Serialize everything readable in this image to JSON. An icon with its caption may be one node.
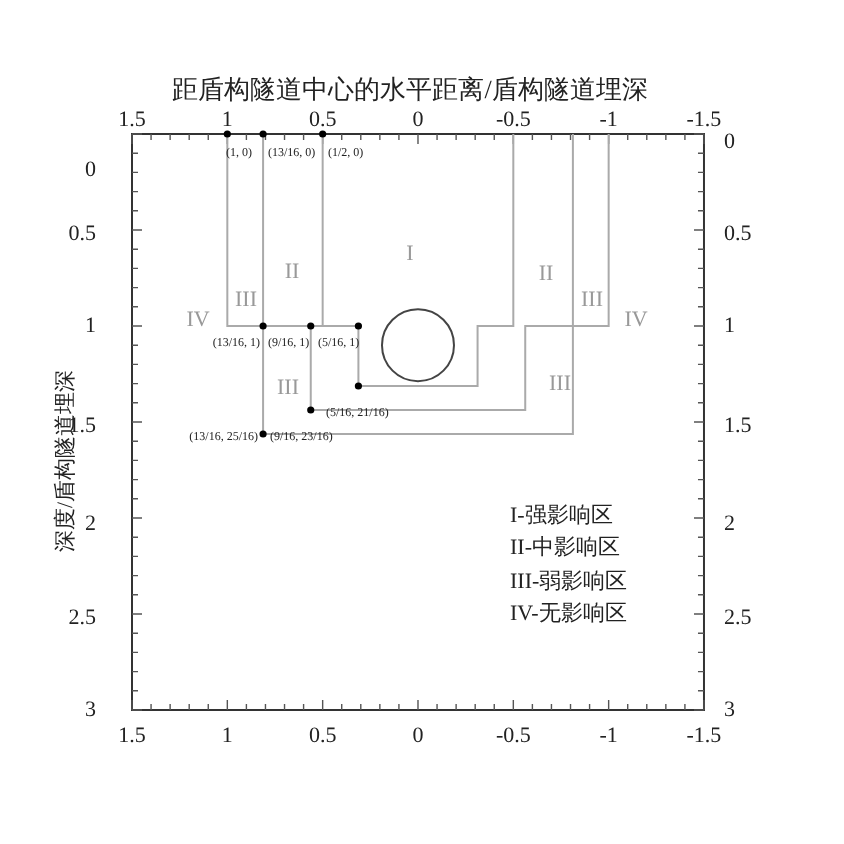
{
  "diagram": {
    "title": "距盾构隧道中心的水平距离/盾构隧道埋深",
    "labels": [
      "1.5",
      "1",
      "0.5",
      "0",
      "-0.5",
      "-1",
      "-1.5",
      "0",
      "0.5",
      "1",
      "1.5",
      "2",
      "2.5",
      "3",
      "0",
      "0.5",
      "1",
      "1.5",
      "2",
      "2.5",
      "3",
      "1.5",
      "1",
      "0.5",
      "0",
      "-0.5",
      "-1",
      "-1.5",
      "深度/盾构隧道埋深",
      "(1, 0)",
      "(13/16, 0)",
      "(1/2, 0)",
      "(13/16, 1)",
      "(9/16, 1)",
      "(5/16, 1)",
      "(5/16, 21/16)",
      "(13/16, 25/16)",
      "(9/16, 23/16)",
      "I",
      "II",
      "II",
      "III",
      "III",
      "IV",
      "IV",
      "III",
      "III",
      "I-强影响区",
      "II-中影响区",
      "III-弱影响区",
      "IV-无影响区"
    ]
  }
}
